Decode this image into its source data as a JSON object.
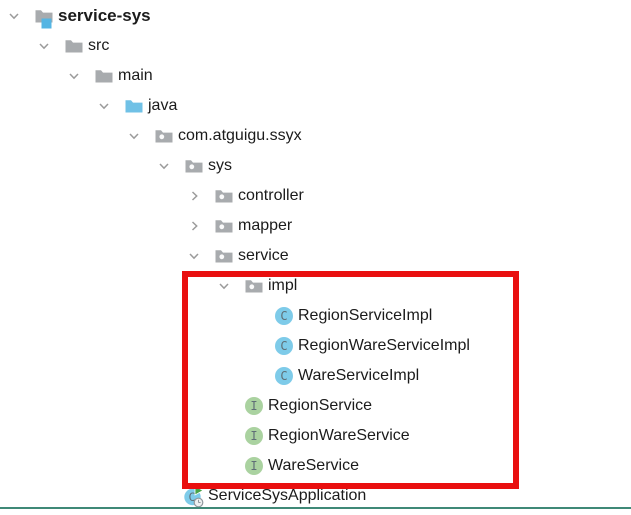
{
  "app": {
    "description_label": "project-tree-panel"
  },
  "tree": {
    "rows": [
      {
        "label": "service-sys",
        "level": 0,
        "chevron": "down",
        "icon": "module",
        "bold": true
      },
      {
        "label": "src",
        "level": 1,
        "chevron": "down",
        "icon": "folder",
        "bold": false
      },
      {
        "label": "main",
        "level": 2,
        "chevron": "down",
        "icon": "folder",
        "bold": false
      },
      {
        "label": "java",
        "level": 3,
        "chevron": "down",
        "icon": "source-folder",
        "bold": false
      },
      {
        "label": "com.atguigu.ssyx",
        "level": 4,
        "chevron": "down",
        "icon": "package",
        "bold": false
      },
      {
        "label": "sys",
        "level": 5,
        "chevron": "down",
        "icon": "package",
        "bold": false
      },
      {
        "label": "controller",
        "level": 6,
        "chevron": "right",
        "icon": "package",
        "bold": false
      },
      {
        "label": "mapper",
        "level": 6,
        "chevron": "right",
        "icon": "package",
        "bold": false
      },
      {
        "label": "service",
        "level": 6,
        "chevron": "down",
        "icon": "package",
        "bold": false
      },
      {
        "label": "impl",
        "level": 7,
        "chevron": "down",
        "icon": "package",
        "bold": false
      },
      {
        "label": "RegionServiceImpl",
        "level": 8,
        "chevron": "none",
        "icon": "class",
        "bold": false
      },
      {
        "label": "RegionWareServiceImpl",
        "level": 8,
        "chevron": "none",
        "icon": "class",
        "bold": false
      },
      {
        "label": "WareServiceImpl",
        "level": 8,
        "chevron": "none",
        "icon": "class",
        "bold": false
      },
      {
        "label": "RegionService",
        "level": 7,
        "chevron": "none",
        "icon": "interface",
        "bold": false
      },
      {
        "label": "RegionWareService",
        "level": 7,
        "chevron": "none",
        "icon": "interface",
        "bold": false
      },
      {
        "label": "WareService",
        "level": 7,
        "chevron": "none",
        "icon": "interface",
        "bold": false
      },
      {
        "label": "ServiceSysApplication",
        "level": 5,
        "chevron": "none",
        "icon": "main-class",
        "bold": false
      }
    ]
  },
  "colors": {
    "text": "#1b1b1b",
    "chevron": "#9b9b9b",
    "folder_gray": "#a8abae",
    "folder_blue": "#70c1e6",
    "module_square_blue": "#55b5e3",
    "package_dot": "#fafafa",
    "class_circle_blue": "#7ecbe9",
    "interface_circle_green": "#aad2a0",
    "icon_letter_gray": "#5f6e76",
    "run_arrow_green": "#47a447",
    "clock_fill": "#eef0f0",
    "clock_stroke": "#90999e",
    "highlight_border_red": "#e90f0f",
    "divider_teal": "#3f8977"
  }
}
